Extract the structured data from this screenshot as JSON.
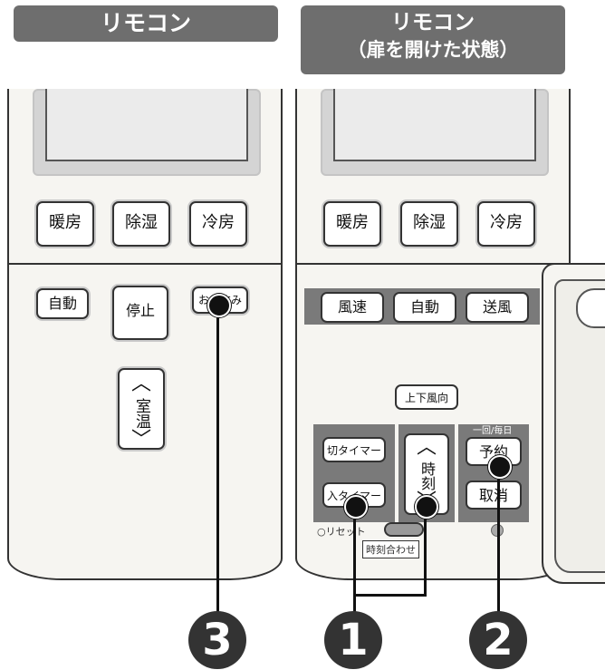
{
  "headers": {
    "left": "リモコン",
    "right_line1": "リモコン",
    "right_line2": "（扉を開けた状態）"
  },
  "left_remote": {
    "mode_buttons": [
      "暖房",
      "除湿",
      "冷房"
    ],
    "auto_button": "自動",
    "stop_button": "停止",
    "sleep_button": "おやすみ",
    "temp_label": "室温"
  },
  "right_remote": {
    "mode_buttons": [
      "暖房",
      "除湿",
      "冷房"
    ],
    "fan_speed_button": "風速",
    "auto_button": "自動",
    "fan_button": "送風",
    "louver_button": "上下風向",
    "off_timer_button": "切タイマー",
    "on_timer_button": "入タイマー",
    "time_label": "時刻",
    "schedule_caption": "一回/毎日",
    "reserve_button": "予約",
    "cancel_button": "取消",
    "reset_label": "○リセット",
    "time_set_label": "時刻合わせ"
  },
  "callouts": [
    "3",
    "1",
    "2"
  ]
}
